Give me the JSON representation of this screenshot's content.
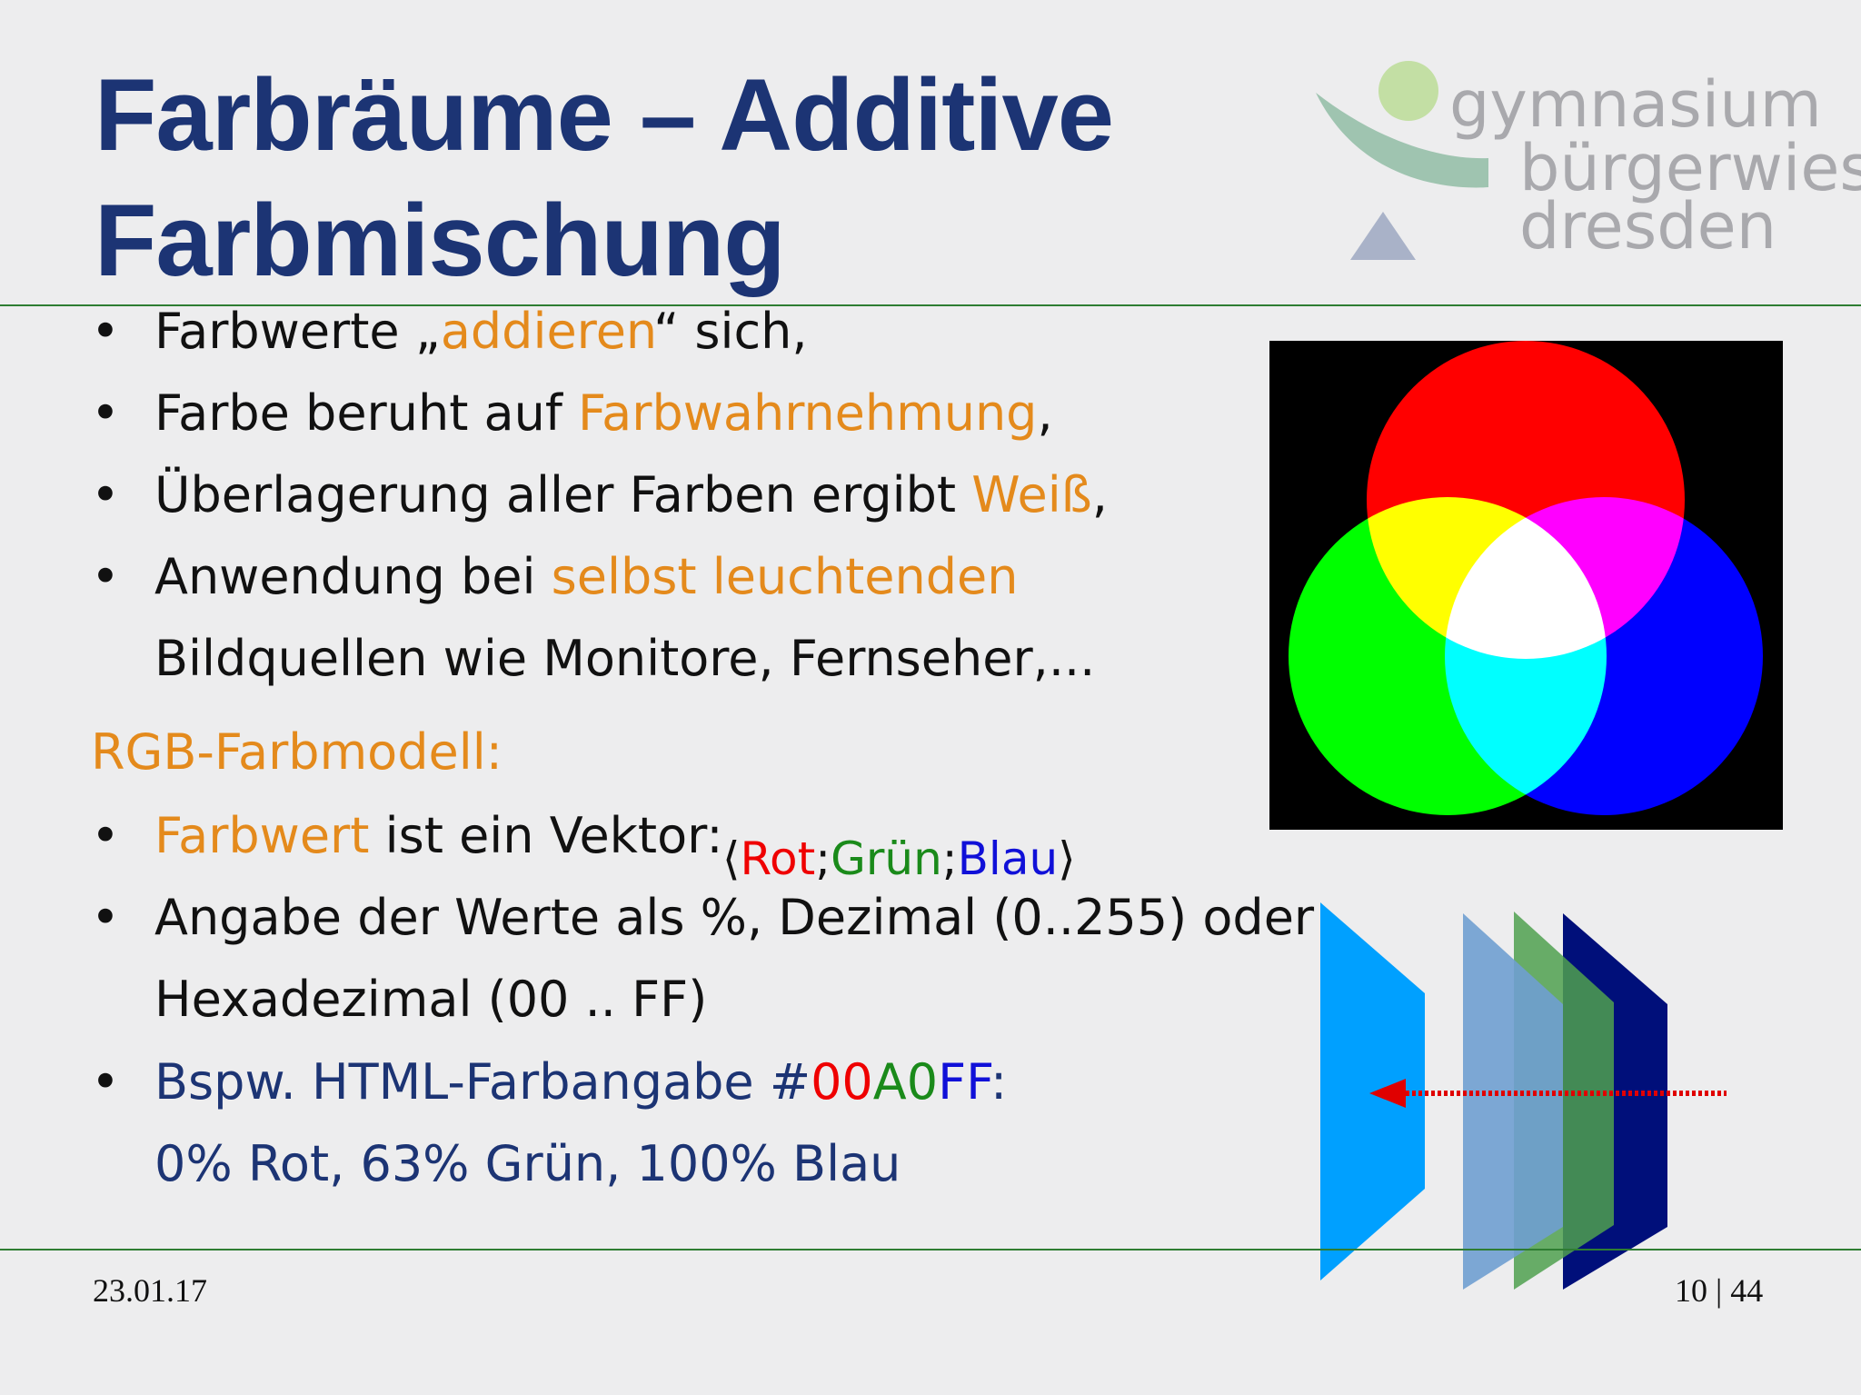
{
  "slide": {
    "title_line1": "Farbräume – Additive",
    "title_line2": "Farbmischung",
    "date": "23.01.17",
    "page_num": "10 | 44"
  },
  "logo": {
    "line1": "gymnasium",
    "line2": "bürgerwiese",
    "line3": "dresden"
  },
  "bullets": [
    {
      "pre": "Farbwerte „",
      "hl": "addieren",
      "post": "“ sich,"
    },
    {
      "pre": "Farbe beruht auf ",
      "hl": "Farbwahrnehmung",
      "post": ","
    },
    {
      "pre": "Überlagerung aller Farben ergibt ",
      "hl": "Weiß",
      "post": ","
    },
    {
      "pre": "Anwendung bei ",
      "hl": "selbst leuchtenden",
      "cont": "Bildquellen wie Monitore, Fernseher,..."
    }
  ],
  "rgb_heading": "RGB-Farbmodell:",
  "rgb_bullets": {
    "b1_hl": "Farbwert",
    "b1_post": " ist ein Vektor:",
    "vec_open": "⟨",
    "vec_rot": "Rot",
    "vec_sep1": ";",
    "vec_gruen": "Grün",
    "vec_sep2": ";",
    "vec_blau": "Blau",
    "vec_close": "⟩",
    "b2_line1": "Angabe der Werte als %, Dezimal (0..255) oder",
    "b2_line2": "Hexadezimal (00 .. FF)",
    "b3_pre": "Bspw. HTML-Farbangabe #",
    "b3_r": "00",
    "b3_g": "A0",
    "b3_b": "FF",
    "b3_post": ":",
    "b3_line2": "0% Rot, 63% Grün, 100% Blau"
  },
  "colors": {
    "title": "#1c3474",
    "highlight": "#e48a1c",
    "rule": "#2e7d32",
    "layer_front": "#00a0ff",
    "layer_red": "#6f9fd0",
    "layer_green": "#4fa04f",
    "layer_blue": "#000f7a"
  }
}
